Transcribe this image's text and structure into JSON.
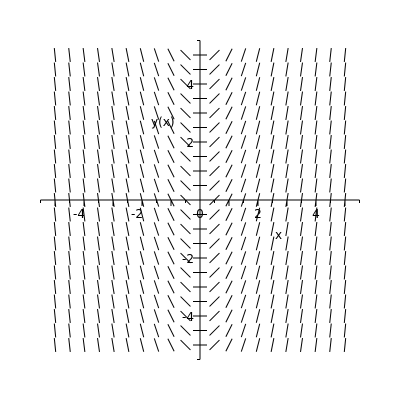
{
  "chart_data": {
    "type": "direction-field",
    "xlabel": "x",
    "ylabel": "y(x)",
    "xlim": [
      -5.5,
      5.5
    ],
    "ylim": [
      -5.5,
      5.5
    ],
    "field_x_range": [
      -5,
      5
    ],
    "field_y_range": [
      -5,
      5
    ],
    "field_columns": 21,
    "field_rows": 21,
    "slope_samples": [
      {
        "x": -5.0,
        "slope": -10.0
      },
      {
        "x": -2.0,
        "slope": -4.0
      },
      {
        "x": -1.0,
        "slope": -2.0
      },
      {
        "x": 0.0,
        "slope": 0.0
      },
      {
        "x": 1.0,
        "slope": 2.0
      },
      {
        "x": 2.0,
        "slope": 4.0
      },
      {
        "x": 5.0,
        "slope": 10.0
      }
    ],
    "x_ticks": [
      {
        "value": -4,
        "label": "-4"
      },
      {
        "value": -2,
        "label": "-2"
      },
      {
        "value": 0,
        "label": "0"
      },
      {
        "value": 2,
        "label": "2"
      },
      {
        "value": 4,
        "label": "4"
      }
    ],
    "y_ticks": [
      {
        "value": 4,
        "label": "4"
      },
      {
        "value": 2,
        "label": "2"
      },
      {
        "value": -2,
        "label": "-2"
      },
      {
        "value": -4,
        "label": "-4"
      }
    ],
    "grid": false,
    "legend": "none",
    "color": "#000000"
  }
}
